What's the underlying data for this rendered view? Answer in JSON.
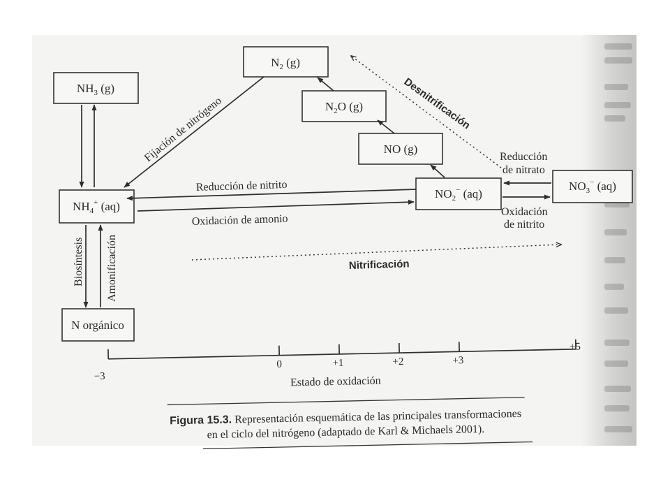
{
  "compounds": {
    "n2": {
      "main": "N",
      "sub": "2",
      "sup": "",
      "tail": " (g)"
    },
    "nh3": {
      "main": "NH",
      "sub": "3",
      "sup": "",
      "tail": " (g)"
    },
    "n2o": {
      "main": "N",
      "sub": "2",
      "sup": "",
      "tail": "O (g)"
    },
    "no": {
      "main": "NO (g)",
      "sub": "",
      "sup": "",
      "tail": ""
    },
    "nh4": {
      "main": "NH",
      "sub": "4",
      "sup": "+",
      "tail": " (aq)"
    },
    "no2": {
      "main": "NO",
      "sub": "2",
      "sup": "−",
      "tail": " (aq)"
    },
    "no3": {
      "main": "NO",
      "sub": "3",
      "sup": "−",
      "tail": " (aq)"
    },
    "norg": {
      "main": "N orgánico",
      "sub": "",
      "sup": "",
      "tail": ""
    }
  },
  "processes": {
    "fijacion": "Fijación de nitrógeno",
    "desnitrificacion": "Desnitrificación",
    "reduccion_nitrito": "Reducción de nitrito",
    "oxidacion_amonio": "Oxidación de amonio",
    "reduccion_nitrato_1": "Reducción",
    "reduccion_nitrato_2": "de nitrato",
    "oxidacion_nitrito_1": "Oxidación",
    "oxidacion_nitrito_2": "de nitrito",
    "nitrificacion": "Nitrificación",
    "biosintesis": "Biosíntesis",
    "amonificacion": "Amonificación"
  },
  "axis": {
    "label": "Estado de oxidación",
    "ticks": [
      "−3",
      "0",
      "+1",
      "+2",
      "+3",
      "+5"
    ]
  },
  "caption": {
    "figure": "Figura 15.3.",
    "line1": " Representación esquemática de las principales transformaciones",
    "line2": "en el ciclo del nitrógeno (adaptado de Karl & Michaels 2001)."
  }
}
